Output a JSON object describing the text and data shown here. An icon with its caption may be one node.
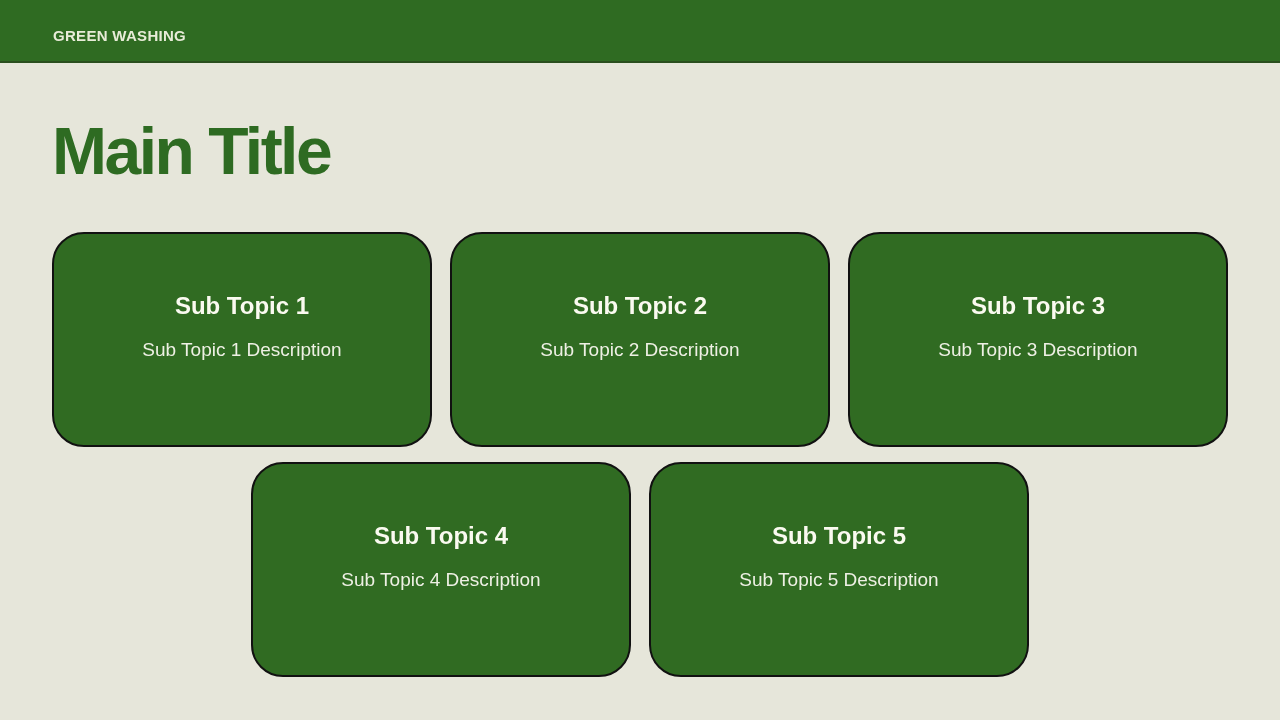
{
  "diagram": {
    "title": "Main Title",
    "nodes": [
      {
        "text": [
          "Sub Topic 1",
          "Sub Topic 1 Description"
        ]
      },
      {
        "text": [
          "Sub Topic 2",
          "Sub Topic 2 Description"
        ]
      },
      {
        "text": [
          "Sub Topic 3",
          "Sub Topic 3 Description"
        ]
      },
      {
        "text": [
          "Sub Topic 4",
          "Sub Topic 4 Description"
        ]
      },
      {
        "text": [
          "Sub Topic 5",
          "Sub Topic 5 Description"
        ]
      }
    ],
    "labels": [
      "GREEN WASHING"
    ]
  }
}
